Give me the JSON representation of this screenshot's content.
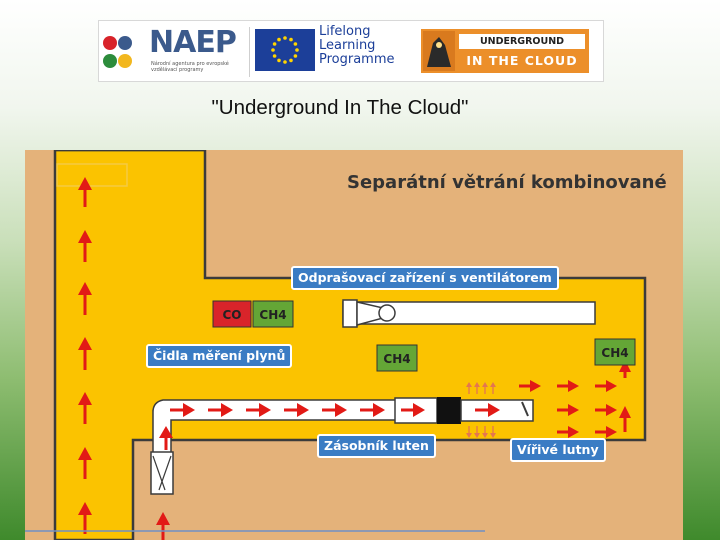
{
  "header": {
    "naep": {
      "wordmark": "NAEP",
      "subtitle": "Národní agentura pro evropské vzdělávací programy"
    },
    "llp": {
      "lines": [
        "Lifelong",
        "Learning",
        "Programme"
      ]
    },
    "uitc": {
      "top": "UNDERGROUND",
      "bottom": "IN THE CLOUD"
    },
    "caption": "\"Underground In The Cloud\""
  },
  "diagram": {
    "title": "Separátní větrání kombinované",
    "labels": {
      "fan": "Odprašovací zařízení s ventilátorem",
      "sensors": "Čidla měření plynů",
      "duct_store": "Zásobník luten",
      "swirl": "Vířivé lutny"
    },
    "gas_badges": {
      "co": "CO",
      "ch4_a": "CH4",
      "ch4_b": "CH4",
      "ch4_c": "CH4"
    },
    "colors": {
      "rock": "#e4b27a",
      "tunnel": "#fbc300",
      "outline": "#3b3b3b",
      "arrow": "#e21a16",
      "callout": "#3a7cc4",
      "co_badge": "#d9242a",
      "ch4_badge": "#64a636"
    },
    "icons": [
      "flow-arrow-icon",
      "fan-icon",
      "swirl-nozzle-icon"
    ]
  }
}
